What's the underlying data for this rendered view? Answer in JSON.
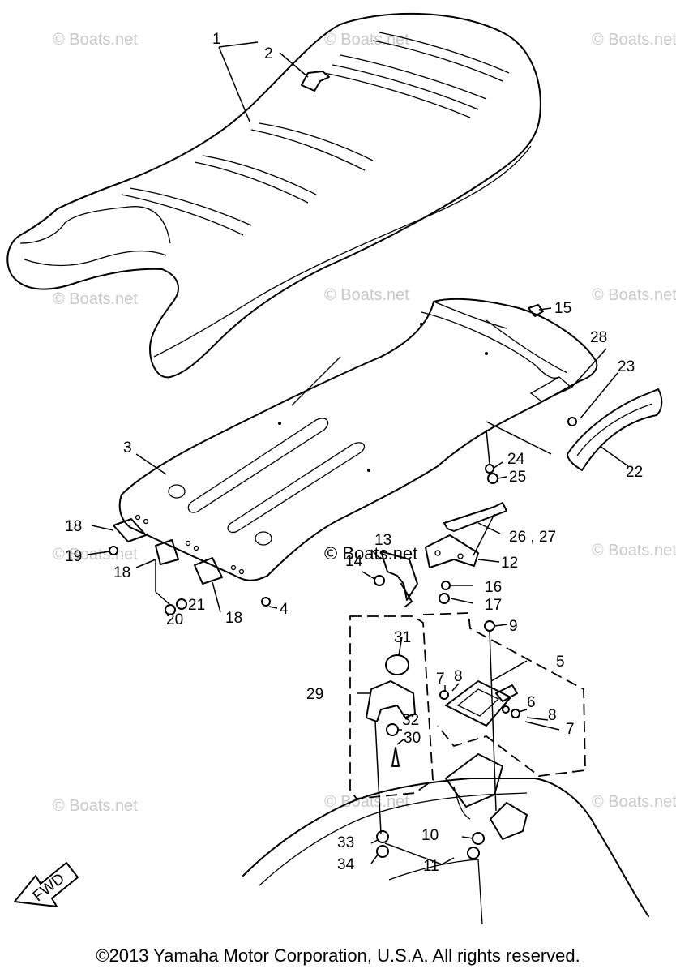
{
  "watermarks": [
    "© Boats.net",
    "© Boats.net",
    "© Boats.net",
    "© Boats.net",
    "© Boats.net",
    "© Boats.net",
    "© Boats.net",
    "© Boats.net",
    "© Boats.net",
    "© Boats.net",
    "© Boats.net",
    "© Boats.net"
  ],
  "parts": {
    "p1": "1",
    "p2": "2",
    "p3": "3",
    "p4": "4",
    "p5": "5",
    "p6": "6",
    "p7a": "7",
    "p7b": "7",
    "p8a": "8",
    "p8b": "8",
    "p9": "9",
    "p10": "10",
    "p11": "11",
    "p12": "12",
    "p13": "13",
    "p14": "14",
    "p15": "15",
    "p16": "16",
    "p17": "17",
    "p18a": "18",
    "p18b": "18",
    "p18c": "18",
    "p19": "19",
    "p20": "20",
    "p21": "21",
    "p22": "22",
    "p23": "23",
    "p24": "24",
    "p25": "25",
    "p2627": "26 , 27",
    "p28": "28",
    "p29": "29",
    "p30": "30",
    "p31": "31",
    "p32": "32",
    "p33": "33",
    "p34": "34"
  },
  "fwd_label": "FWD",
  "copyright": "©2013 Yamaha Motor Corporation, U.S.A. All rights reserved."
}
